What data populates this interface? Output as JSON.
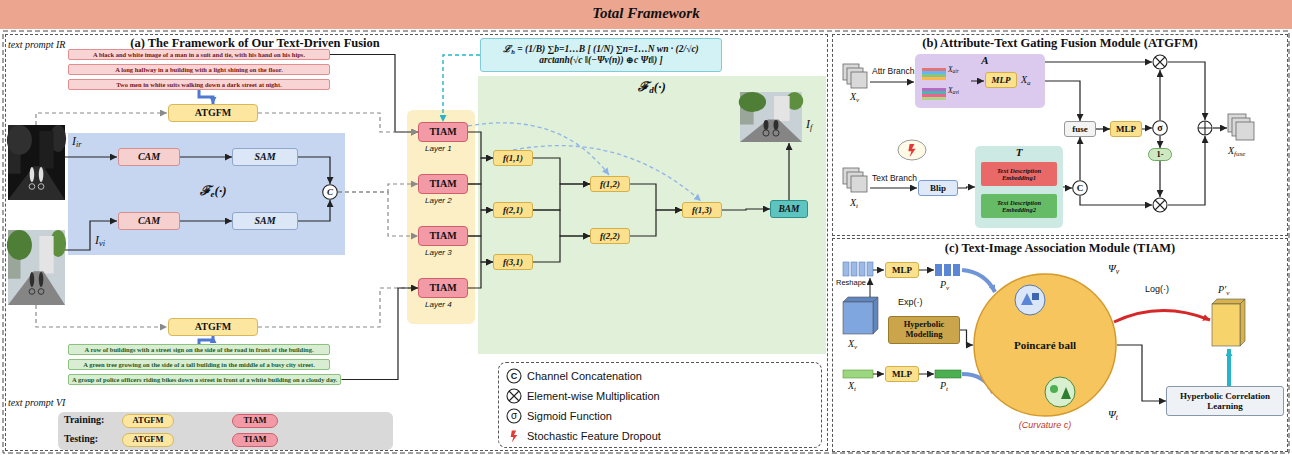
{
  "diagram": {
    "title": "Total Framework",
    "nodes": [
      {
        "text": [
          "(a) The Framework of Our Text-Driven Fusion"
        ]
      },
      {
        "text": [
          "A black and white image of a man in a suit and tie, with his hand on his hips."
        ],
        "in": 0
      },
      {
        "text": [
          "A long hallway in a building with a light shining on the floor."
        ],
        "in": 0
      },
      {
        "text": [
          "Two men in white suits walking down a dark street at night."
        ],
        "in": 0
      },
      {
        "text": [
          "ATGFM"
        ],
        "in": 0
      },
      {
        "text": [
          "ℱe(·)"
        ],
        "in": 0
      },
      {
        "text": [
          "CAM"
        ],
        "in": 5
      },
      {
        "text": [
          "SAM"
        ],
        "in": 5
      },
      {
        "text": [
          "CAM"
        ],
        "in": 5
      },
      {
        "text": [
          "SAM"
        ],
        "in": 5
      },
      {
        "text": [
          "C"
        ],
        "in": 5
      },
      {
        "text": [
          "ATGFM"
        ],
        "in": 0
      },
      {
        "text": [
          "A row of buildings with a street sign on the side of the road in front of the building."
        ],
        "in": 0
      },
      {
        "text": [
          "A green tree growing on the side of a tall building in the middle of a busy city street."
        ],
        "in": 0
      },
      {
        "text": [
          "A group of police officers riding bikes down a street in front of a white building on a cloudy day."
        ],
        "in": 0
      },
      {
        "text": [
          "ℒh = (1/B) ∑b=1…B [ (1/N) ∑n=1…N wn · (2/√c) arctanh(√c ‖(−Ψv(n)) ⊕c Ψt‖) ]"
        ],
        "in": 0
      },
      {
        "text": [
          "TIAM"
        ],
        "in": 0
      },
      {
        "text": [
          "TIAM"
        ],
        "in": 0
      },
      {
        "text": [
          "TIAM"
        ],
        "in": 0
      },
      {
        "text": [
          "TIAM"
        ],
        "in": 0
      },
      {
        "text": [
          "ℱd(·)"
        ],
        "in": 0
      },
      {
        "text": [
          "f(1,1)"
        ],
        "in": 20
      },
      {
        "text": [
          "f(2,1)"
        ],
        "in": 20
      },
      {
        "text": [
          "f(3,1)"
        ],
        "in": 20
      },
      {
        "text": [
          "f(1,2)"
        ],
        "in": 20
      },
      {
        "text": [
          "f(2,2)"
        ],
        "in": 20
      },
      {
        "text": [
          "f(1,3)"
        ],
        "in": 20
      },
      {
        "text": [
          "BAM"
        ],
        "in": 20
      },
      {
        "text": [
          "Training:",
          "Testing:"
        ],
        "in": 0
      },
      {
        "text": [
          "ATGFM"
        ],
        "in": 28
      },
      {
        "text": [
          "TIAM"
        ],
        "in": 28
      },
      {
        "text": [
          "ATGFM"
        ],
        "in": 28
      },
      {
        "text": [
          "TIAM"
        ],
        "in": 28
      },
      {
        "text": [
          "(b) Attribute-Text Gating Fusion Module (ATGFM)"
        ]
      },
      {
        "text": [
          "A"
        ],
        "in": 33
      },
      {
        "text": [
          "MLP"
        ],
        "in": 34
      },
      {
        "text": [
          "Blip"
        ],
        "in": 33
      },
      {
        "text": [
          "T"
        ],
        "in": 33
      },
      {
        "text": [
          "Text Description Embedding1"
        ],
        "in": 37
      },
      {
        "text": [
          "Text Description Embedding2"
        ],
        "in": 37
      },
      {
        "text": [
          "C"
        ],
        "in": 33
      },
      {
        "text": [
          "fuse"
        ],
        "in": 33
      },
      {
        "text": [
          "MLP"
        ],
        "in": 33
      },
      {
        "text": [
          "σ"
        ],
        "in": 33
      },
      {
        "text": [
          "1-"
        ],
        "in": 33
      },
      {
        "text": [
          "(c) Text-Image Association Module (TIAM)"
        ]
      },
      {
        "text": [
          "MLP"
        ],
        "in": 45
      },
      {
        "text": [
          "MLP"
        ],
        "in": 45
      },
      {
        "text": [
          "Hyperbolic Modelling"
        ],
        "in": 45
      },
      {
        "text": [
          "Poincaré ball"
        ],
        "in": 45
      },
      {
        "text": [
          "Hyperbolic Correlation Learning"
        ],
        "in": 45
      }
    ],
    "edges": [
      {
        "from": 3,
        "to": 4,
        "arrow": "to"
      },
      {
        "from": 12,
        "to": 11,
        "arrow": "to"
      },
      {
        "from": 6,
        "to": 7,
        "arrow": "to"
      },
      {
        "from": 8,
        "to": 9,
        "arrow": "to"
      },
      {
        "from": 7,
        "to": 10,
        "arrow": "to"
      },
      {
        "from": 9,
        "to": 10,
        "arrow": "to"
      },
      {
        "from": 1,
        "to": 16,
        "arrow": "to"
      },
      {
        "from": 4,
        "to": 16,
        "arrow": "to"
      },
      {
        "from": 10,
        "to": 17,
        "arrow": "to"
      },
      {
        "from": 10,
        "to": 18,
        "arrow": "to"
      },
      {
        "from": 11,
        "to": 19,
        "arrow": "to"
      },
      {
        "from": 14,
        "to": 19,
        "arrow": "to"
      },
      {
        "from": 15,
        "to": 16,
        "arrow": "to"
      },
      {
        "from": 16,
        "to": 21,
        "arrow": "to"
      },
      {
        "from": 17,
        "to": 21,
        "arrow": "to"
      },
      {
        "from": 17,
        "to": 22,
        "arrow": "to"
      },
      {
        "from": 18,
        "to": 22,
        "arrow": "to"
      },
      {
        "from": 18,
        "to": 23,
        "arrow": "to"
      },
      {
        "from": 19,
        "to": 23,
        "arrow": "to"
      },
      {
        "from": 21,
        "to": 24,
        "arrow": "to"
      },
      {
        "from": 22,
        "to": 24,
        "arrow": "to"
      },
      {
        "from": 22,
        "to": 25,
        "arrow": "to"
      },
      {
        "from": 23,
        "to": 25,
        "arrow": "to"
      },
      {
        "from": 24,
        "to": 26,
        "arrow": "to"
      },
      {
        "from": 25,
        "to": 26,
        "arrow": "to"
      },
      {
        "from": 26,
        "to": 27,
        "arrow": "to"
      },
      {
        "from": 34,
        "to": 41,
        "arrow": "to"
      },
      {
        "from": 36,
        "to": 37,
        "arrow": "to"
      },
      {
        "from": 37,
        "to": 40,
        "arrow": "to"
      },
      {
        "from": 40,
        "to": 41,
        "arrow": "to"
      },
      {
        "from": 41,
        "to": 42,
        "arrow": "to"
      },
      {
        "from": 42,
        "to": 43,
        "arrow": "to"
      },
      {
        "from": 43,
        "to": 44,
        "arrow": "to"
      },
      {
        "from": 48,
        "to": 49,
        "arrow": "to"
      },
      {
        "from": 49,
        "to": 50,
        "arrow": "to"
      }
    ],
    "labels": [
      "text prompt IR",
      "text prompt VI",
      "Iir",
      "Ivi",
      "If",
      "Layer 1",
      "Layer 2",
      "Layer 3",
      "Layer 4",
      "C",
      "σ",
      "Xv",
      "Attr Branch",
      "Xair",
      "Xavi",
      "Xa",
      "Xt",
      "Text Branch",
      "Xfuse",
      "Reshape",
      "Xv",
      "Pv",
      "Xt",
      "Pt",
      "Exp(·)",
      "Log(·)",
      "Ψv",
      "Ψt",
      "P′v",
      "(Curvature c)"
    ],
    "legend": [
      {
        "text": "Channel Concatenation"
      },
      {
        "text": "Element-wise Multiplication"
      },
      {
        "text": "Sigmoid Function"
      },
      {
        "text": "Stochastic Feature Dropout"
      }
    ]
  }
}
